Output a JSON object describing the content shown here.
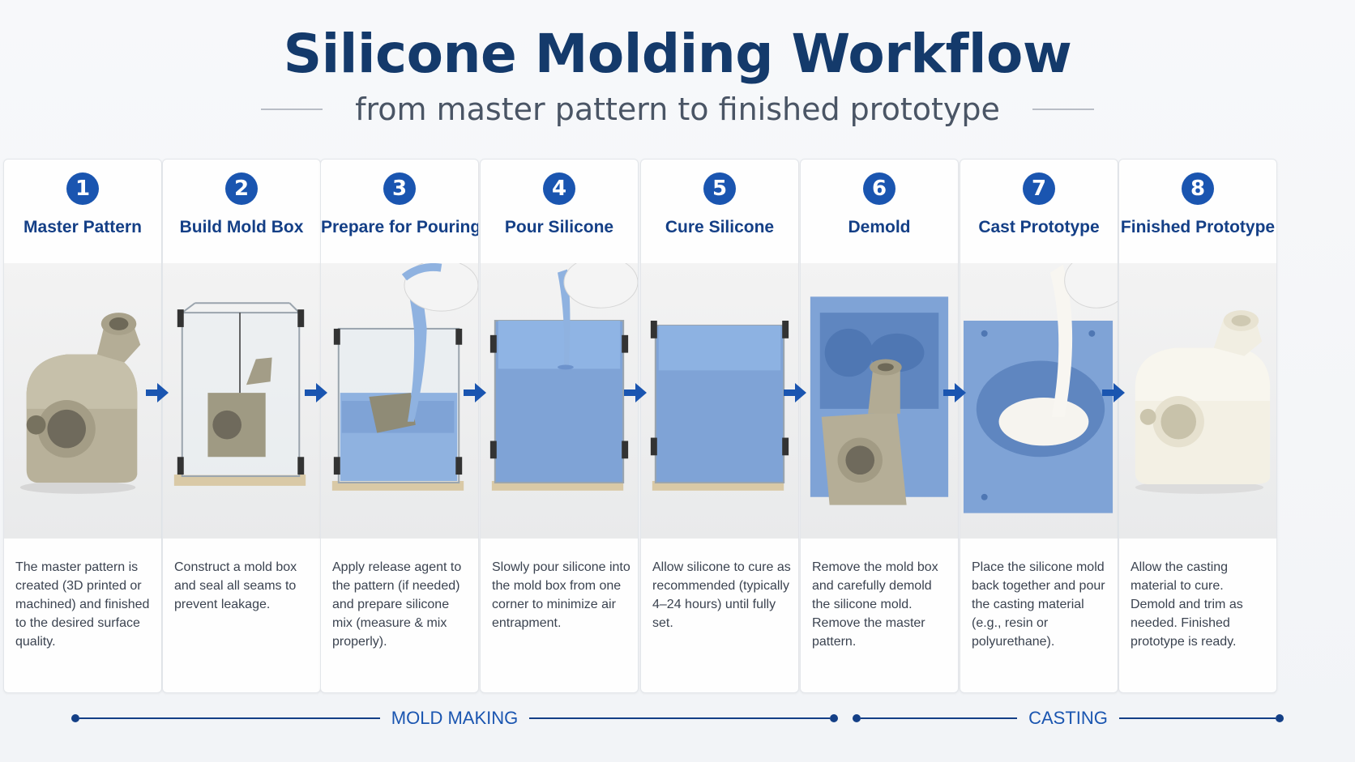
{
  "title": "Silicone Molding Workflow",
  "subtitle": "from master pattern to finished prototype",
  "steps": [
    {
      "num": "1",
      "title": "Master Pattern",
      "desc": "The master pattern is created (3D printed or machined) and finished to the desired surface quality."
    },
    {
      "num": "2",
      "title": "Build Mold Box",
      "desc": "Construct a mold box and seal all seams to prevent leakage."
    },
    {
      "num": "3",
      "title": "Prepare for Pouring",
      "desc": "Apply release agent to the pattern (if needed) and prepare silicone mix (measure & mix properly)."
    },
    {
      "num": "4",
      "title": "Pour Silicone",
      "desc": "Slowly pour silicone into the mold box from one corner to minimize air entrapment."
    },
    {
      "num": "5",
      "title": "Cure Silicone",
      "desc": "Allow silicone to cure as recommended (typically 4–24 hours) until fully set."
    },
    {
      "num": "6",
      "title": "Demold",
      "desc": "Remove the mold box and carefully demold the silicone mold. Remove the master pattern."
    },
    {
      "num": "7",
      "title": "Cast Prototype",
      "desc": "Place the silicone mold back together and pour the casting material (e.g., resin or polyurethane)."
    },
    {
      "num": "8",
      "title": "Finished Prototype",
      "desc": "Allow the casting material to cure. Demold and trim as needed. Finished prototype is ready."
    }
  ],
  "phases": {
    "mold_making": "MOLD MAKING",
    "casting": "CASTING"
  },
  "colors": {
    "accent": "#1a55b0",
    "title": "#143a6b",
    "silicone": "#7fa7dc",
    "pattern": "#b9b29b",
    "resin": "#f3f0e6"
  }
}
